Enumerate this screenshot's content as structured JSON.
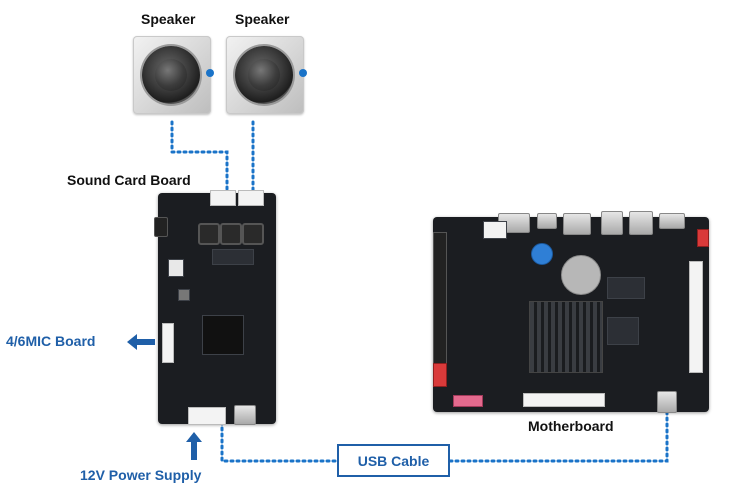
{
  "labels": {
    "speaker_left": "Speaker",
    "speaker_right": "Speaker",
    "sound_card_board": "Sound Card Board",
    "mic_board": "4/6MIC Board",
    "power_supply": "12V Power Supply",
    "motherboard": "Motherboard",
    "usb_cable": "USB Cable"
  },
  "colors": {
    "accent_blue": "#1f5fa8",
    "connector_dot": "#1a73c8",
    "pcb": "#1b1d21"
  },
  "icons": [
    "speaker-icon",
    "arrow-left-icon",
    "arrow-up-icon"
  ]
}
